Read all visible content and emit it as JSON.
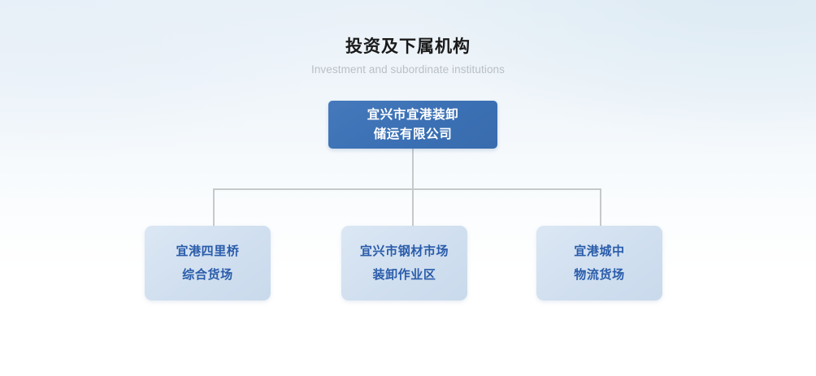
{
  "heading": {
    "title": "投资及下属机构",
    "subtitle": "Investment and subordinate institutions",
    "title_color": "#1a1a1a",
    "subtitle_color": "#b9bfc6"
  },
  "chart_data": {
    "type": "diagram",
    "diagram_kind": "organization-chart",
    "orientation": "top-down",
    "title": "投资及下属机构",
    "subtitle": "Investment and subordinate institutions",
    "levels": 2,
    "connector_color": "#c6c9cc",
    "root": {
      "id": "root",
      "lines": [
        "宜兴市宜港装卸",
        "储运有限公司"
      ],
      "full_text": "宜兴市宜港装卸储运有限公司",
      "fill": "#3b70b4",
      "text_color": "#ffffff"
    },
    "children": [
      {
        "id": "child-1",
        "lines": [
          "宜港四里桥",
          "综合货场"
        ],
        "full_text": "宜港四里桥综合货场",
        "fill": "#d2e0f0",
        "text_color": "#2a5caa",
        "parent": "root"
      },
      {
        "id": "child-2",
        "lines": [
          "宜兴市钢材市场",
          "装卸作业区"
        ],
        "full_text": "宜兴市钢材市场装卸作业区",
        "fill": "#d2e0f0",
        "text_color": "#2a5caa",
        "parent": "root"
      },
      {
        "id": "child-3",
        "lines": [
          "宜港城中",
          "物流货场"
        ],
        "full_text": "宜港城中物流货场",
        "fill": "#d2e0f0",
        "text_color": "#2a5caa",
        "parent": "root"
      }
    ]
  }
}
